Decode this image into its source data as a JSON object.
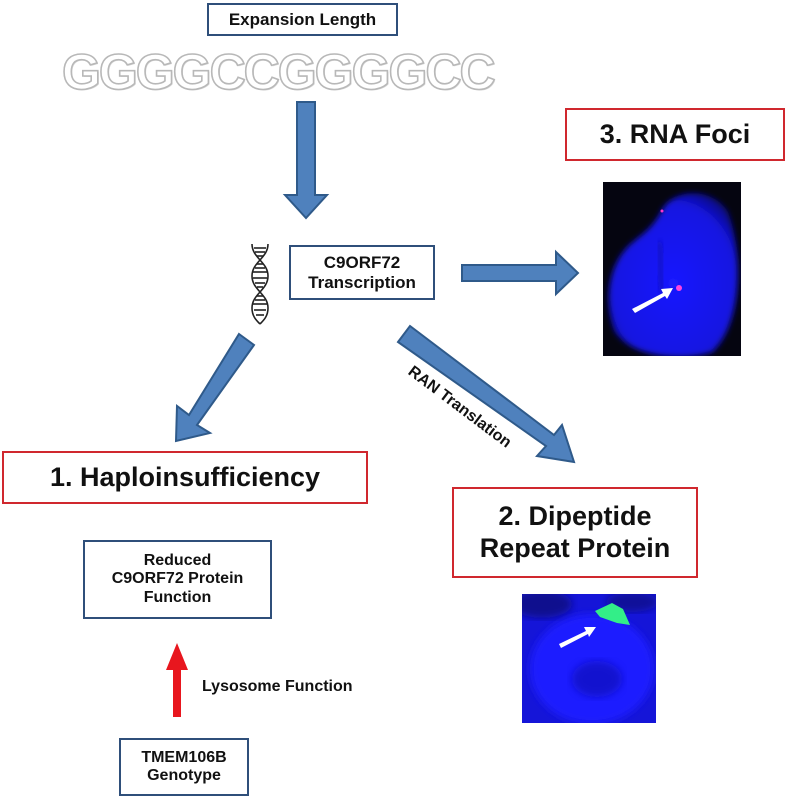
{
  "expansion_box": {
    "label": "Expansion Length"
  },
  "repeat_sequence": "GGGGCCGGGGCC",
  "transcription_box": {
    "label": "C9ORF72\nTranscription"
  },
  "dna_icon": "dna-double-helix",
  "outcomes": {
    "rna_foci": {
      "label": "3. RNA Foci"
    },
    "dipeptide": {
      "label": "2. Dipeptide\nRepeat Protein"
    },
    "haplo": {
      "label": "1. Haploinsufficiency"
    }
  },
  "arrow_labels": {
    "ran_translation": "RAN Translation",
    "lysosome": "Lysosome Function"
  },
  "reduced_box": {
    "label": "Reduced\nC9ORF72 Protein\nFunction"
  },
  "tmem_box": {
    "label": "TMEM106B\nGenotype"
  },
  "colors": {
    "arrow_blue": "#4f81bd",
    "arrow_blue_border": "#2f5a8a",
    "arrow_red": "#e8161e",
    "box_blue_border": "#2f4f7a",
    "box_red_border": "#d0282e",
    "nucleus_blue": "#1a1aff",
    "foci_magenta": "#ff33cc",
    "dpr_green": "#33ee88"
  }
}
